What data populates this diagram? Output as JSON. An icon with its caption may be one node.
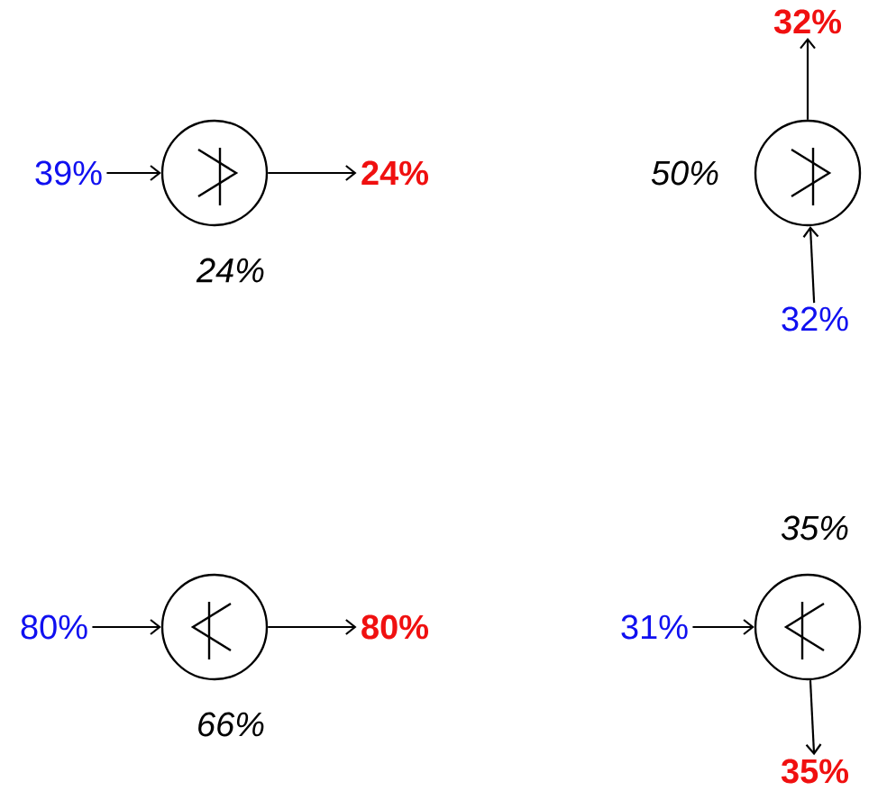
{
  "diagram": {
    "nodes": [
      {
        "text": [
          "39%"
        ]
      },
      {
        "text": [],
        "shape": "circle",
        "beside": [
          "24%"
        ]
      },
      {
        "text": [
          "24%"
        ]
      },
      {
        "text": [
          "32%"
        ]
      },
      {
        "text": [],
        "shape": "circle",
        "beside": [
          "50%"
        ]
      },
      {
        "text": [
          "32%"
        ]
      },
      {
        "text": [
          "80%"
        ]
      },
      {
        "text": [],
        "shape": "circle",
        "beside": [
          "66%"
        ]
      },
      {
        "text": [
          "80%"
        ]
      },
      {
        "text": [],
        "shape": "circle",
        "beside": [
          "35%"
        ]
      },
      {
        "text": [
          "31%"
        ]
      },
      {
        "text": [
          "35%"
        ]
      }
    ],
    "edges": [
      {
        "from": 0,
        "to": 1,
        "arrow": "to"
      },
      {
        "from": 1,
        "to": 2,
        "arrow": "to"
      },
      {
        "from": 5,
        "to": 4,
        "arrow": "to"
      },
      {
        "from": 4,
        "to": 3,
        "arrow": "to"
      },
      {
        "from": 6,
        "to": 7,
        "arrow": "to"
      },
      {
        "from": 7,
        "to": 8,
        "arrow": "to"
      },
      {
        "from": 10,
        "to": 9,
        "arrow": "to"
      },
      {
        "from": 9,
        "to": 11,
        "arrow": "to"
      }
    ]
  }
}
